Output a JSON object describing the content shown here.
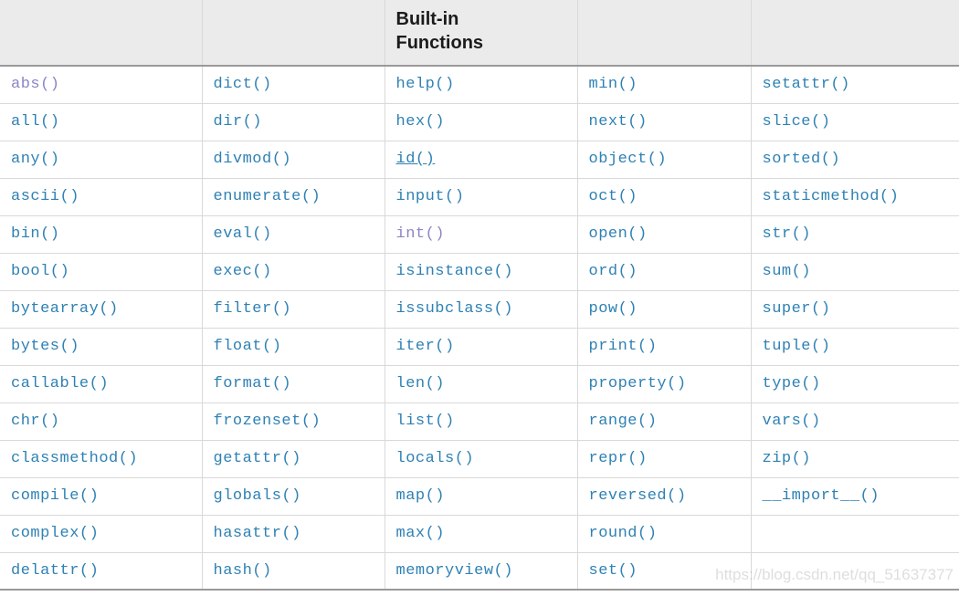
{
  "table": {
    "header_label": "Built-in Functions",
    "rows": [
      [
        "abs()",
        "dict()",
        "help()",
        "min()",
        "setattr()"
      ],
      [
        "all()",
        "dir()",
        "hex()",
        "next()",
        "slice()"
      ],
      [
        "any()",
        "divmod()",
        "id()",
        "object()",
        "sorted()"
      ],
      [
        "ascii()",
        "enumerate()",
        "input()",
        "oct()",
        "staticmethod()"
      ],
      [
        "bin()",
        "eval()",
        "int()",
        "open()",
        "str()"
      ],
      [
        "bool()",
        "exec()",
        "isinstance()",
        "ord()",
        "sum()"
      ],
      [
        "bytearray()",
        "filter()",
        "issubclass()",
        "pow()",
        "super()"
      ],
      [
        "bytes()",
        "float()",
        "iter()",
        "print()",
        "tuple()"
      ],
      [
        "callable()",
        "format()",
        "len()",
        "property()",
        "type()"
      ],
      [
        "chr()",
        "frozenset()",
        "list()",
        "range()",
        "vars()"
      ],
      [
        "classmethod()",
        "getattr()",
        "locals()",
        "repr()",
        "zip()"
      ],
      [
        "compile()",
        "globals()",
        "map()",
        "reversed()",
        "__import__()"
      ],
      [
        "complex()",
        "hasattr()",
        "max()",
        "round()",
        ""
      ],
      [
        "delattr()",
        "hash()",
        "memoryview()",
        "set()",
        ""
      ]
    ],
    "visited_links": [
      "abs()",
      "int()"
    ],
    "underlined_link": "id()",
    "colors": {
      "link": "#2e81b4",
      "visited_link": "#8a85c8",
      "header_bg": "#ebebeb",
      "header_text": "#1b1b1b",
      "border_light": "#d9d9d9",
      "border_heavy": "#999999"
    }
  },
  "watermark": {
    "text": "https://blog.csdn.net/qq_51637377"
  }
}
